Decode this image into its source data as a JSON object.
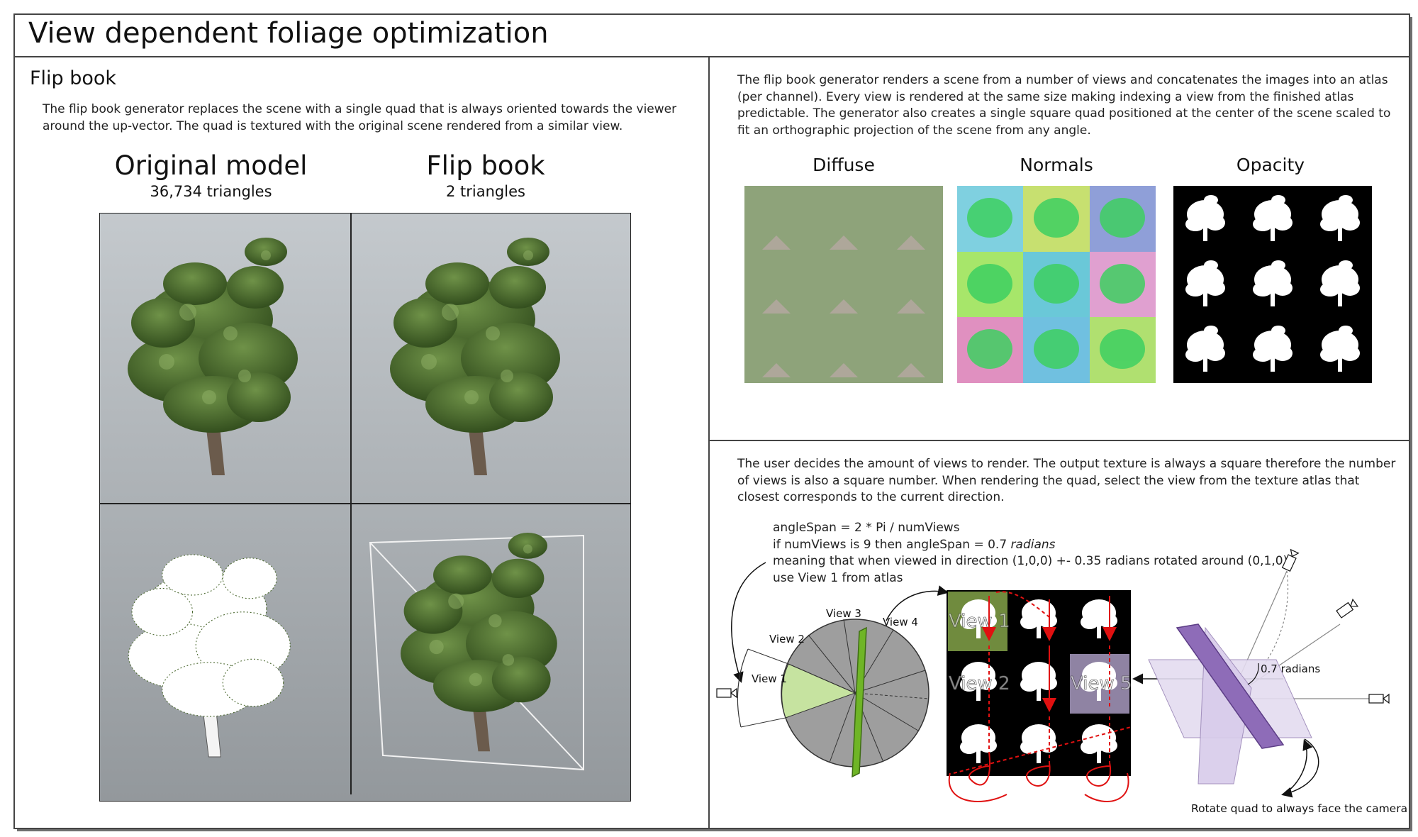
{
  "title": "View dependent foliage optimization",
  "section_left": {
    "heading": "Flip book",
    "description": "The flip book generator replaces the scene with a single quad that is always oriented towards the viewer around the up-vector. The quad is textured with the original scene rendered from a similar view.",
    "columns": [
      {
        "title": "Original model",
        "subtitle": "36,734 triangles"
      },
      {
        "title": "Flip book",
        "subtitle": "2 triangles"
      }
    ]
  },
  "section_top_right": {
    "description": "The flip book generator renders a scene from a number of views and concatenates the images into an atlas (per channel). Every view is rendered at the same size making indexing a view from the finished atlas predictable. The generator also creates a single square quad positioned at the center of the scene scaled to fit an orthographic projection of the scene from any angle.",
    "channels": [
      "Diffuse",
      "Normals",
      "Opacity"
    ]
  },
  "section_bottom_right": {
    "description": "The user decides the amount of views to render. The output texture is always a square therefore the number of views is also a square number. When rendering the quad, select the view from the texture atlas that closest corresponds to the current direction.",
    "formula_line1": "angleSpan = 2 * Pi / numViews",
    "formula_line2_prefix": "if numViews is 9 then angleSpan = 0.7 ",
    "formula_line2_unit": "radians",
    "formula_line3": "meaning that when viewed in direction (1,0,0) +- 0.35 radians rotated around (0,1,0)",
    "formula_line4": "use View 1 from atlas",
    "view_labels": [
      "View 1",
      "View 2",
      "View 3",
      "View 4"
    ],
    "atlas_labels": [
      "View 1",
      "View 2",
      "View 5"
    ],
    "angle_label": "0.7 radians",
    "rotate_caption": "Rotate quad to always face the camera"
  },
  "colors": {
    "leaf_dark": "#3f5f24",
    "leaf_mid": "#5a7d3a",
    "highlight_green": "#9fcf6a",
    "quad_purple": "#8e6cb8",
    "arrow_red": "#e01010"
  }
}
